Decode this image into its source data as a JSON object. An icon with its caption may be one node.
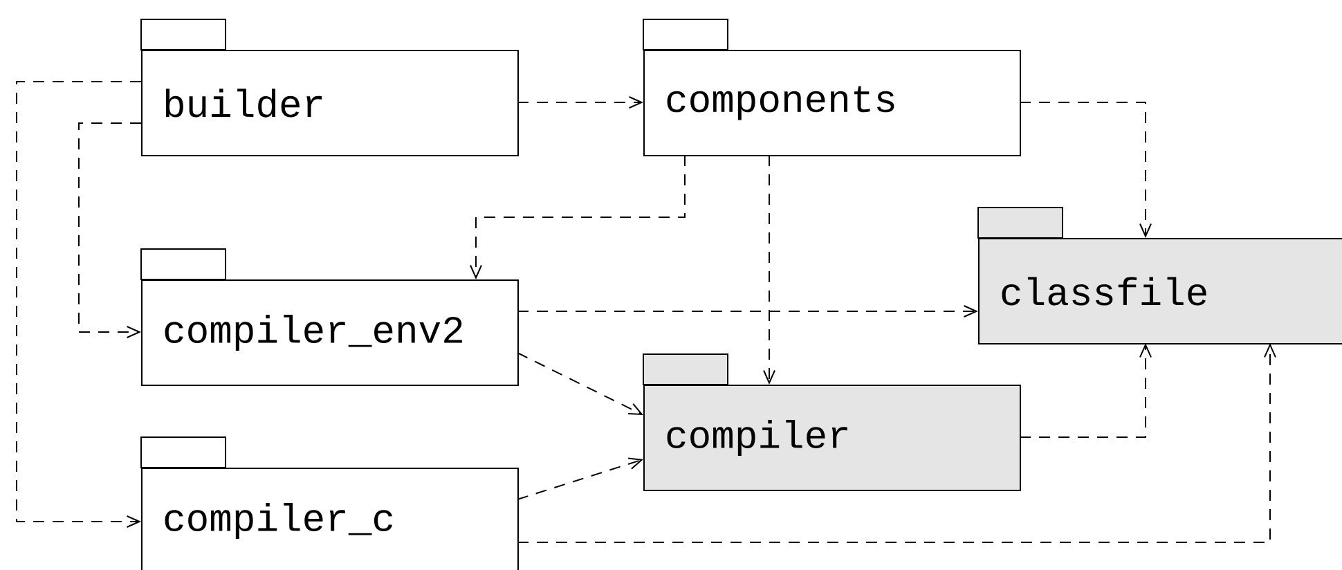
{
  "diagram": {
    "nodes": [
      {
        "text": [
          "builder"
        ]
      },
      {
        "text": [
          "components"
        ]
      },
      {
        "text": [
          "compiler_env2"
        ]
      },
      {
        "text": [
          "compiler_c"
        ]
      },
      {
        "text": [
          "classfile"
        ]
      },
      {
        "text": [
          "compiler"
        ]
      }
    ],
    "edges": [
      {
        "from": 0,
        "to": 1,
        "arrow": "to",
        "style": "dashed"
      },
      {
        "from": 0,
        "to": 3,
        "arrow": "to",
        "style": "dashed"
      },
      {
        "from": 0,
        "to": 2,
        "arrow": "to",
        "style": "dashed"
      },
      {
        "from": 1,
        "to": 2,
        "arrow": "to",
        "style": "dashed"
      },
      {
        "from": 1,
        "to": 5,
        "arrow": "to",
        "style": "dashed"
      },
      {
        "from": 1,
        "to": 4,
        "arrow": "to",
        "style": "dashed"
      },
      {
        "from": 2,
        "to": 4,
        "arrow": "to",
        "style": "dashed"
      },
      {
        "from": 2,
        "to": 5,
        "arrow": "to",
        "style": "dashed"
      },
      {
        "from": 3,
        "to": 5,
        "arrow": "to",
        "style": "dashed"
      },
      {
        "from": 5,
        "to": 4,
        "arrow": "to",
        "style": "dashed"
      },
      {
        "from": 3,
        "to": 4,
        "arrow": "to",
        "style": "dashed"
      }
    ]
  }
}
